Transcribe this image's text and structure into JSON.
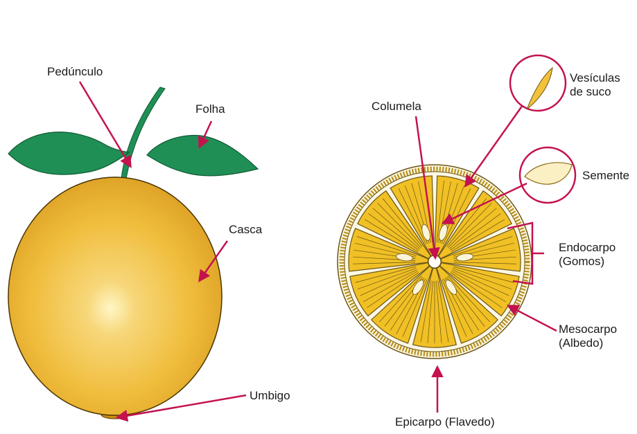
{
  "labels": {
    "peduncle": "Pedúnculo",
    "leaf": "Folha",
    "peel": "Casca",
    "navel": "Umbigo",
    "columella": "Columela",
    "juice_vesicles": "Vesículas\nde suco",
    "seed": "Semente",
    "endocarp": "Endocarpo\n(Gomos)",
    "mesocarp": "Mesocarpo\n(Albedo)",
    "epicarp": "Epicarpo (Flavedo)"
  },
  "colors": {
    "arrow": "#c4124f",
    "fruit_light": "#fff3b8",
    "fruit_mid": "#f3bf3a",
    "fruit_dark": "#d99a1e",
    "leaf": "#1f8f55",
    "segment": "#f0c025",
    "segment_outline": "#6b5414",
    "albedo": "#fbf7e4"
  }
}
